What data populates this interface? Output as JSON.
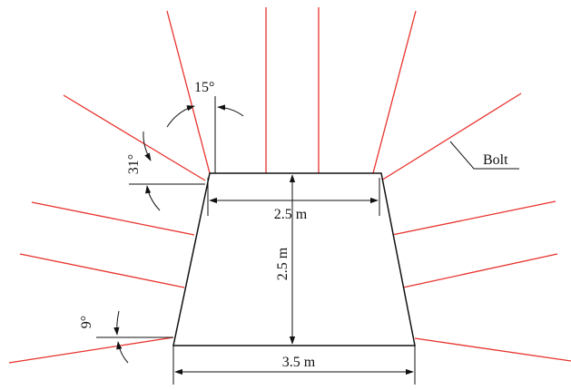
{
  "labels": {
    "top_width": "2.5 m",
    "height": "2.5 m",
    "bottom_width": "3.5 m",
    "angle_top": "15°",
    "angle_side": "31°",
    "angle_bottom": "9°",
    "bolt": "Bolt"
  },
  "colors": {
    "bolt": "#e8322c",
    "outline": "#111111"
  }
}
